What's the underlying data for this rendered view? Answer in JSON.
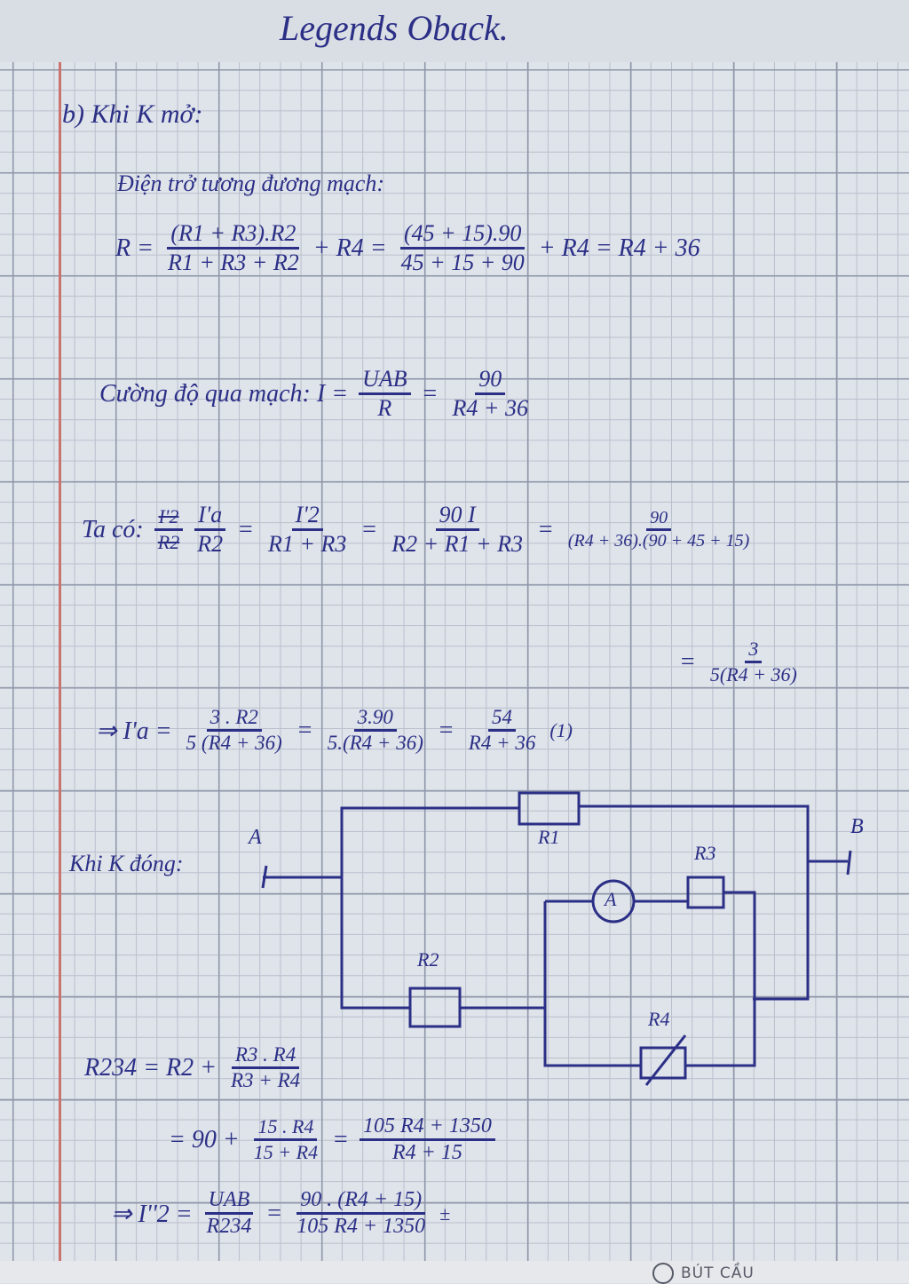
{
  "header": {
    "title": "Legends Oback."
  },
  "section": {
    "label": "b) Khi K mở:"
  },
  "line1": {
    "text": "Điện trở tương đương mạch:"
  },
  "eq_R": {
    "lhs": "R =",
    "f1_num": "(R1 + R3).R2",
    "f1_den": "R1 + R3 + R2",
    "plus1": "+ R4 =",
    "f2_num": "(45 + 15).90",
    "f2_den": "45 + 15 + 90",
    "tail": "+ R4 = R4 + 36"
  },
  "eq_I": {
    "text": "Cường độ qua mạch: I =",
    "f1_num": "UAB",
    "f1_den": "R",
    "eq": "=",
    "f2_num": "90",
    "f2_den": "R4 + 36"
  },
  "eq_ratio": {
    "label": "Ta có:",
    "f0_num": "I'2",
    "f0_den": "R2",
    "f1_num": "I'a",
    "f1_den": "R2",
    "f2_num": "I'2",
    "f2_den": "R1 + R3",
    "f3_num": "90 I",
    "f3_den": "R2 + R1 + R3",
    "f4_num": "90",
    "f4_den": "(R4 + 36).(90 + 45 + 15)",
    "f5_num": "3",
    "f5_den": "5(R4 + 36)"
  },
  "eq_Ia": {
    "lhs": "⇒ I'a =",
    "f1_num": "3 . R2",
    "f1_den": "5 (R4 + 36)",
    "f2_num": "3.90",
    "f2_den": "5.(R4 + 36)",
    "f3_num": "54",
    "f3_den": "R4 + 36",
    "tag": "(1)"
  },
  "closed": {
    "label": "Khi K đóng:"
  },
  "circuit": {
    "A": "A",
    "B": "B",
    "R1": "R1",
    "R2": "R2",
    "R3": "R3",
    "R4": "R4",
    "ammeter": "A"
  },
  "eq_R234": {
    "lhs": "R234 = R2 +",
    "f1_num": "R3 . R4",
    "f1_den": "R3 + R4",
    "l2_a": "= 90 +",
    "f2_num": "15 . R4",
    "f2_den": "15 + R4",
    "f3_num": "105 R4 + 1350",
    "f3_den": "R4 + 15"
  },
  "eq_I2": {
    "lhs": "⇒ I''2 =",
    "f1_num": "UAB",
    "f1_den": "R234",
    "f2_num": "90 . (R4 + 15)",
    "f2_den": "105 R4 + 1350",
    "tag": "±"
  },
  "footer": {
    "brand": "BÚT CẦU"
  },
  "colors": {
    "ink": "#2b2f86",
    "margin": "#c9746f"
  }
}
